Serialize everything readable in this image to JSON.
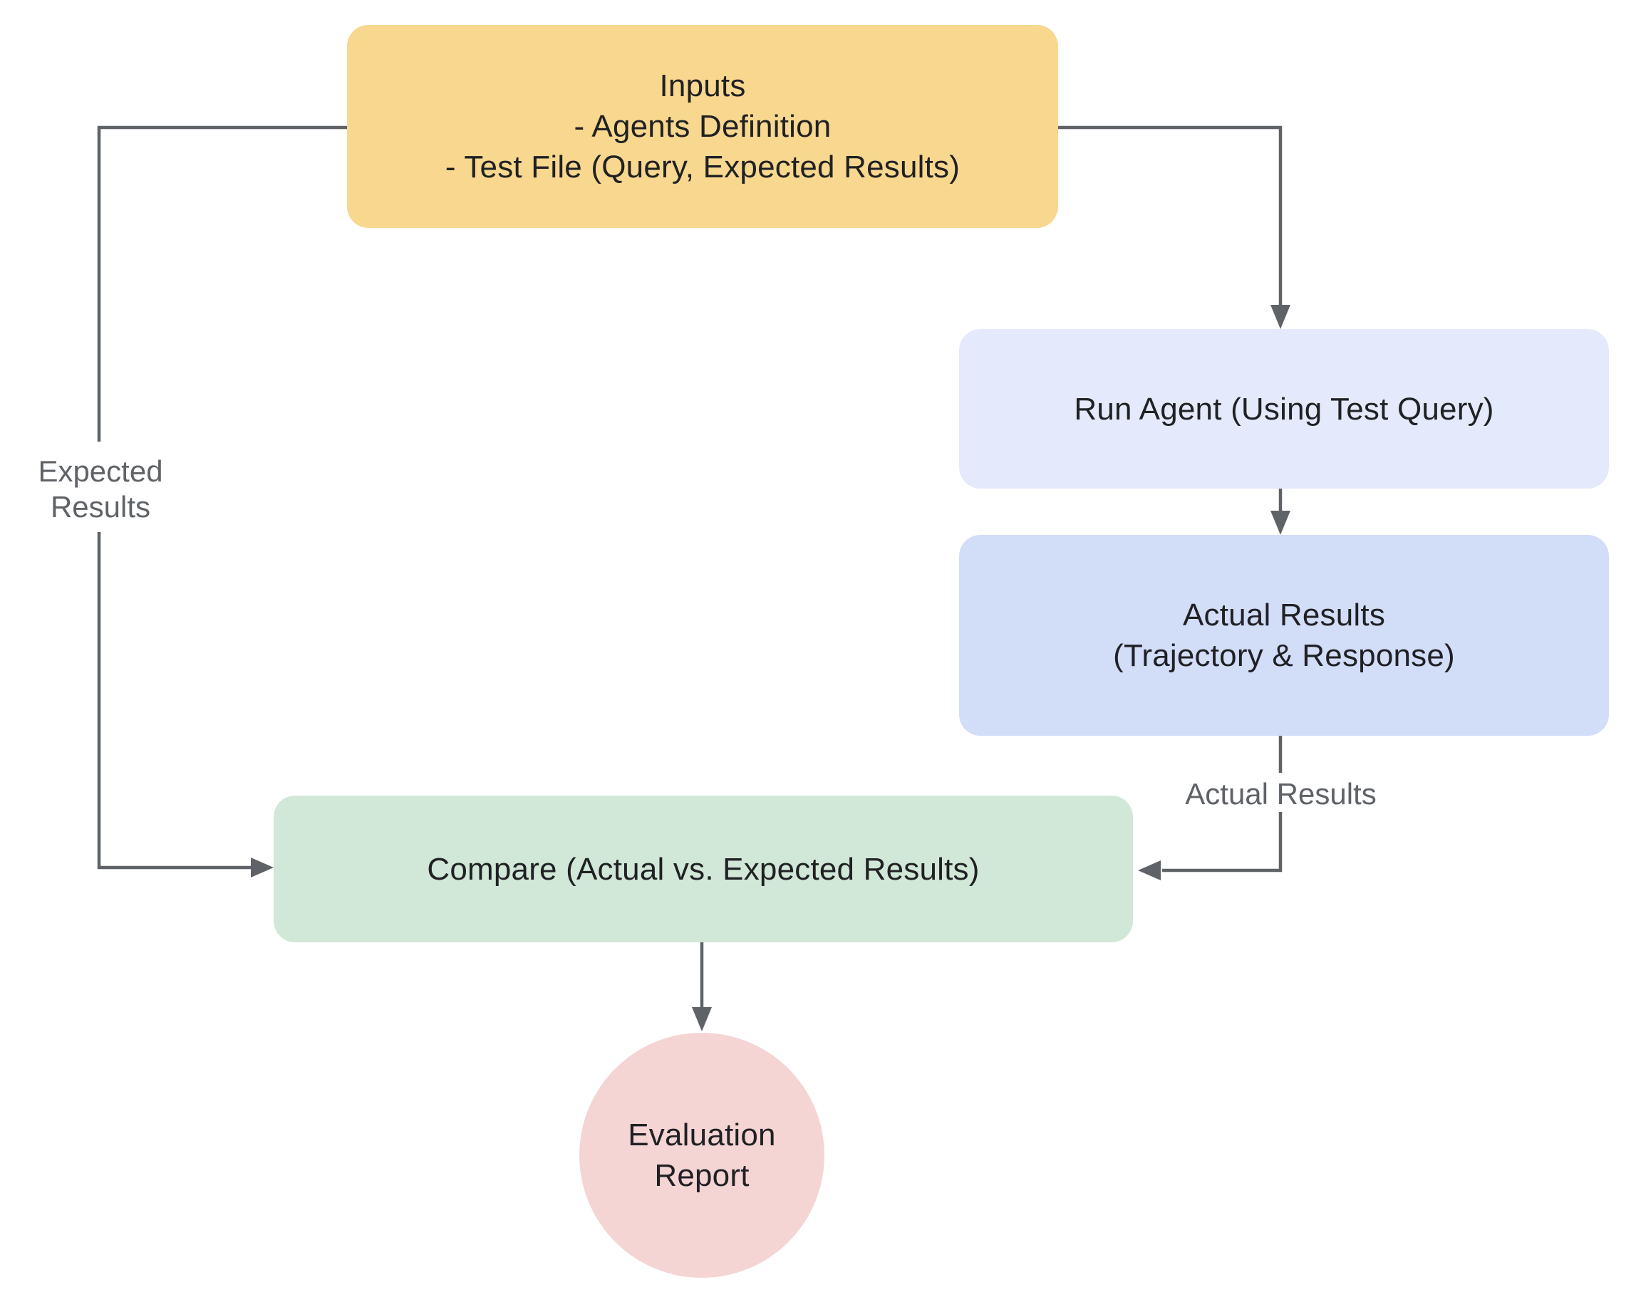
{
  "nodes": {
    "inputs": {
      "lines": [
        "Inputs",
        "- Agents Definition",
        "- Test File (Query, Expected Results)"
      ]
    },
    "run_agent": {
      "label": "Run Agent (Using Test Query)"
    },
    "actual_results": {
      "lines": [
        "Actual Results",
        "(Trajectory & Response)"
      ]
    },
    "compare": {
      "label": "Compare (Actual vs. Expected Results)"
    },
    "evaluation_report": {
      "lines": [
        "Evaluation",
        "Report"
      ]
    }
  },
  "edge_labels": {
    "expected_results_lines": [
      "Expected",
      "Results"
    ],
    "actual_results": "Actual Results"
  },
  "colors": {
    "background": "#FFFFFF",
    "inputs_fill": "#F8D78E",
    "run_agent_fill": "#E4EAFB",
    "actual_results_fill": "#D2DDF8",
    "compare_fill": "#D1E8D8",
    "evaluation_report_fill": "#F5D4D4",
    "edge_stroke": "#5F6368",
    "node_text": "#202124",
    "edge_label_text": "#5F6368"
  }
}
